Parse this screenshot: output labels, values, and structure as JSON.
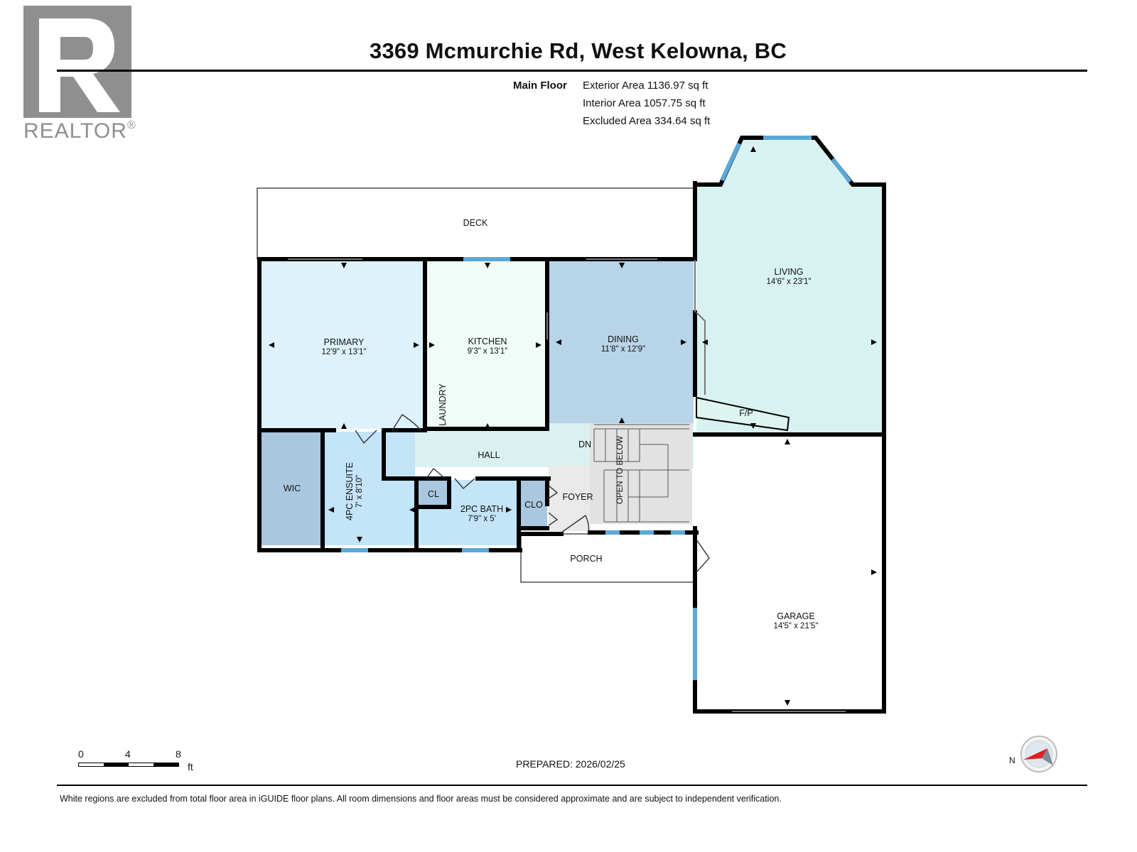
{
  "title": "3369 Mcmurchie Rd, West Kelowna, BC",
  "logo": {
    "text": "REALTOR",
    "mark": "®",
    "letter": "R",
    "icon": "realtor-logo-icon"
  },
  "areas": {
    "floor_label": "Main Floor",
    "lines": [
      "Exterior Area 1136.97 sq ft",
      "Interior Area 1057.75 sq ft",
      "Excluded Area 334.64 sq ft"
    ]
  },
  "rooms": {
    "deck": {
      "name": "DECK"
    },
    "living": {
      "name": "LIVING",
      "dims": "14'6\" x 23'1\""
    },
    "primary": {
      "name": "PRIMARY",
      "dims": "12'9\" x 13'1\""
    },
    "kitchen": {
      "name": "KITCHEN",
      "dims": "9'3\" x 13'1\""
    },
    "dining": {
      "name": "DINING",
      "dims": "11'8\" x 12'9\""
    },
    "laundry": {
      "name": "LAUNDRY"
    },
    "fp": {
      "name": "F/P"
    },
    "hall": {
      "name": "HALL"
    },
    "dn": {
      "name": "DN"
    },
    "open_below": {
      "name": "OPEN TO BELOW"
    },
    "wic": {
      "name": "WIC"
    },
    "ensuite": {
      "name": "4PC ENSUITE",
      "dims": "7' x 8'10\""
    },
    "cl": {
      "name": "CL"
    },
    "bath2": {
      "name": "2PC BATH",
      "dims": "7'9\" x 5'"
    },
    "clo": {
      "name": "CLO"
    },
    "foyer": {
      "name": "FOYER"
    },
    "porch": {
      "name": "PORCH"
    },
    "garage": {
      "name": "GARAGE",
      "dims": "14'5\" x 21'5\""
    }
  },
  "colors": {
    "living": "#d8f1f1",
    "primary": "#ddf2fb",
    "kitchen": "#effcf8",
    "dining": "#b8d4e8",
    "hall": "#daf1ef",
    "wic": "#a9c8df",
    "ensuite": "#c4e4f8",
    "bath": "#c4e4f8",
    "cl": "#a9c8df",
    "foyer": "#eaeaea",
    "stairs": "#e2e2e2",
    "window": "#5aa9d6",
    "wall": "#000000"
  },
  "scale": {
    "ticks": [
      "0",
      "4",
      "8"
    ],
    "unit": "ft"
  },
  "prepared": "PREPARED: 2026/02/25",
  "compass": {
    "label": "N",
    "icon": "compass-icon"
  },
  "disclaimer": "White regions are excluded from total floor area in iGUIDE floor plans. All room dimensions and floor areas must be considered approximate and are subject to independent verification."
}
